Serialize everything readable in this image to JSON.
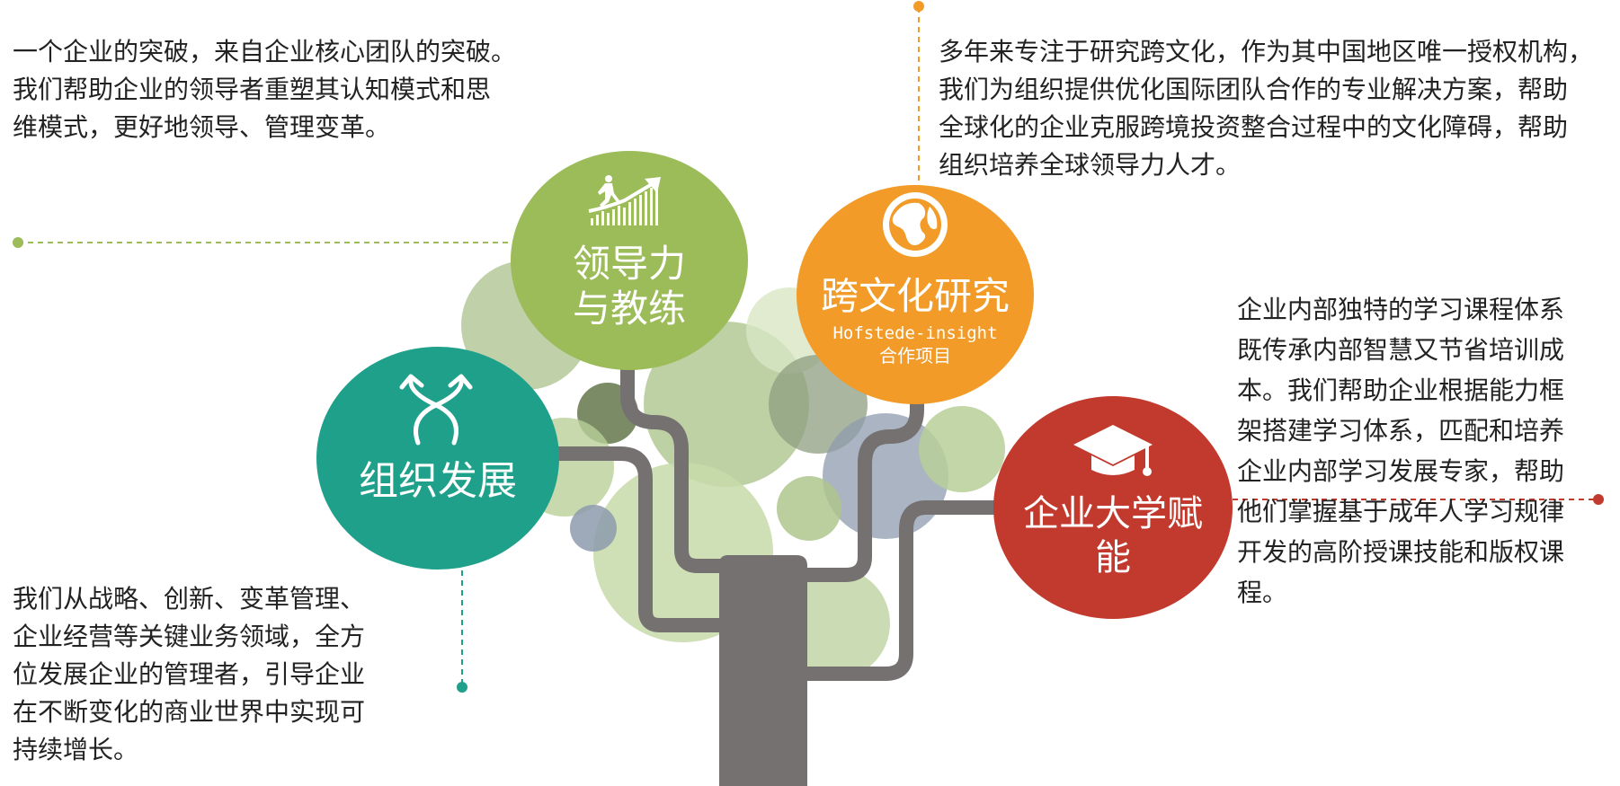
{
  "nodes": {
    "leadership": {
      "label_line1": "领导力",
      "label_line2": "与教练",
      "color": "#9cbb59",
      "icon": "growth-chart-runner-icon",
      "description": [
        "一个企业的突破，来自企业核心团队的突破。",
        "我们帮助企业的领导者重塑其认知模式和思",
        "维模式，更好地领导、管理变革。"
      ]
    },
    "org_development": {
      "label": "组织发展",
      "color": "#1fa08a",
      "icon": "diverging-arrows-icon",
      "description": [
        "我们从战略、创新、变革管理、",
        "企业经营等关键业务领域，全方",
        "位发展企业的管理者，引导企业",
        "在不断变化的商业世界中实现可",
        "持续增长。"
      ]
    },
    "cross_culture": {
      "label": "跨文化研究",
      "sub_line1": "Hofstede-insight",
      "sub_line2": "合作项目",
      "color": "#f29b28",
      "icon": "globe-icon",
      "description": [
        "多年来专注于研究跨文化，作为其中国地区唯一授权机构，",
        "我们为组织提供优化国际团队合作的专业解决方案，帮助",
        "全球化的企业克服跨境投资整合过程中的文化障碍，帮助",
        "组织培养全球领导力人才。"
      ]
    },
    "corporate_university": {
      "label_line1": "企业大学赋",
      "label_line2": "能",
      "color": "#c23a2e",
      "icon": "graduation-cap-icon",
      "description": [
        "企业内部独特的学习课程体系",
        "既传承内部智慧又节省培训成",
        "本。我们帮助企业根据能力框",
        "架搭建学习体系，匹配和培养",
        "企业内部学习发展专家，帮助",
        "他们掌握基于成年人学习规律",
        "开发的高阶授课技能和版权课",
        "程。"
      ]
    }
  },
  "colors": {
    "trunk": "#757171",
    "connector_green": "#9cbb59",
    "connector_orange": "#f29b28",
    "connector_teal": "#1fa08a",
    "connector_red": "#c23a2e"
  }
}
